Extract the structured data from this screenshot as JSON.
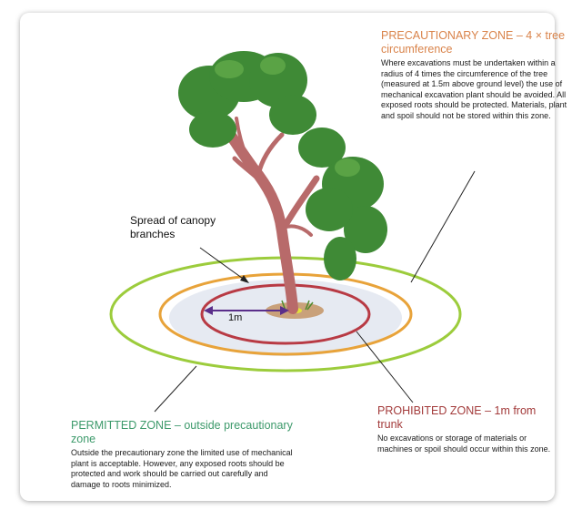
{
  "precautionary_zone": {
    "title": "PRECAUTIONARY ZONE – 4 × tree circumference",
    "body": "Where excavations must be undertaken within a radius of 4 times the circumference of the tree (measured at 1.5m above ground level) the use of mechanical excavation plant should be avoided. All exposed roots should be protected. Materials, plant and spoil should not be stored within this zone.",
    "color": "#d9834a"
  },
  "permitted_zone": {
    "title": "PERMITTED ZONE – outside precautionary zone",
    "body": "Outside the precautionary zone the limited use of mechanical plant is acceptable. However, any exposed roots should be protected and work should be carried out carefully and damage to roots minimized.",
    "color": "#3d9a6b"
  },
  "prohibited_zone": {
    "title": "PROHIBITED ZONE – 1m from trunk",
    "body": "No excavations or storage of materials or machines or spoil should occur within this zone.",
    "color": "#a33b3b"
  },
  "canopy_label": "Spread of canopy branches",
  "distance_label": "1m",
  "ring_colors": {
    "outer": "#9ccc3c",
    "middle": "#e8a33a",
    "inner": "#b83a44",
    "canopy_shadow": "#e6eaf2",
    "arrow": "#5a2e8a"
  }
}
